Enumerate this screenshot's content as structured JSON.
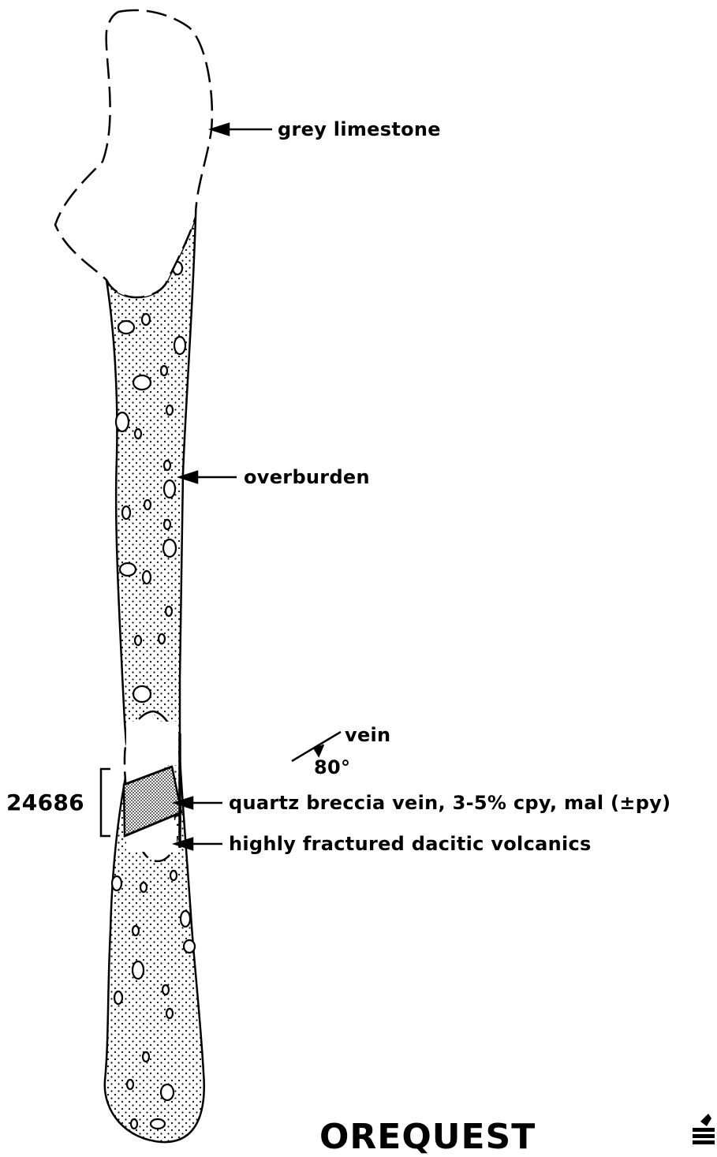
{
  "labels": {
    "limestone": "grey limestone",
    "overburden": "overburden",
    "vein": "vein",
    "dip": "80°",
    "sample_number": "24686",
    "breccia_vein": "quartz breccia vein, 3-5% cpy, mal (±py)",
    "dacitic": "highly fractured dacitic volcanics"
  },
  "logo": {
    "text": "OREQUEST"
  }
}
